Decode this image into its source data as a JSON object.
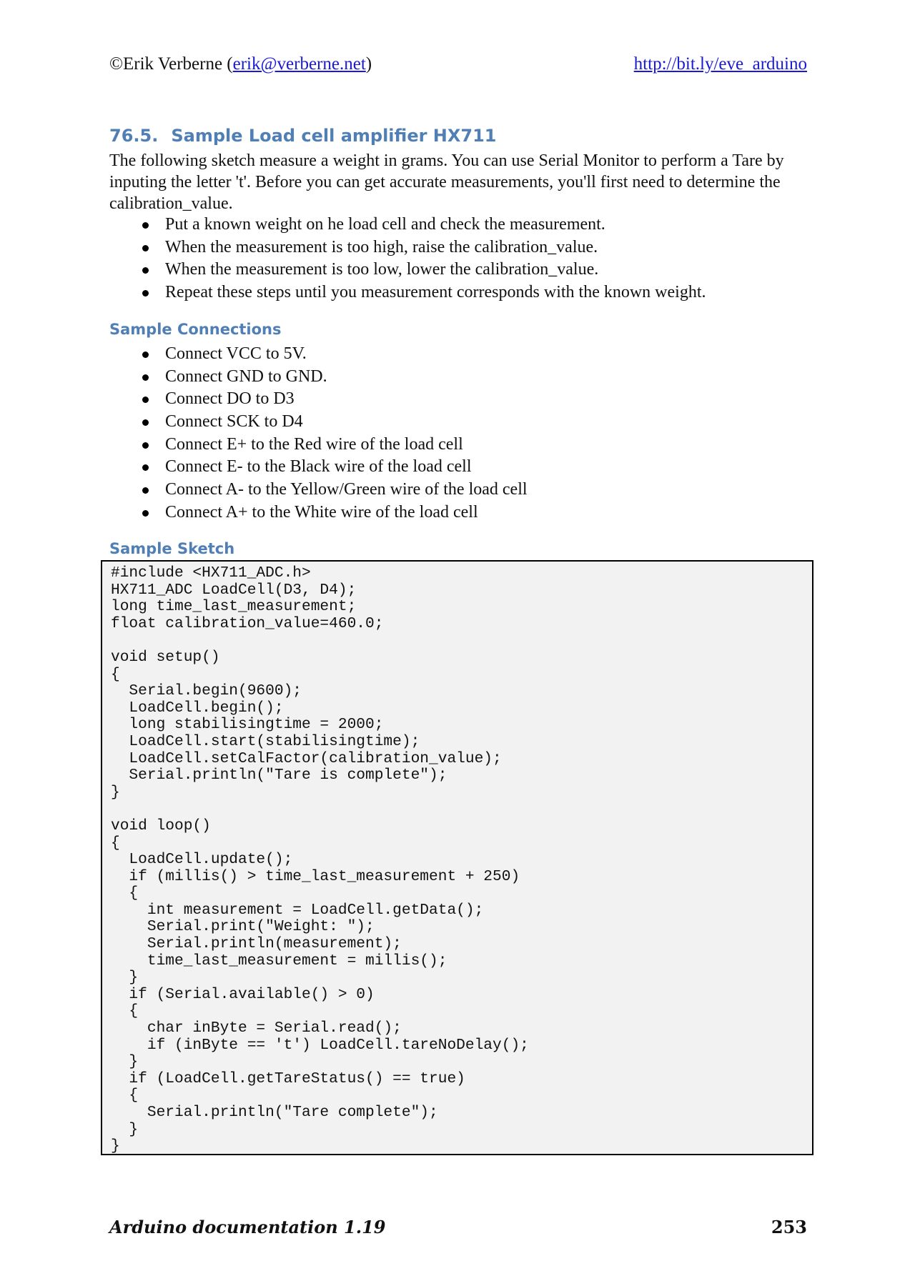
{
  "header": {
    "copyright": "©Erik Verberne (",
    "email": "erik@verberne.net",
    "copyright_close": ")",
    "url": "http://bit.ly/eve_arduino"
  },
  "section": {
    "number": "76.5.",
    "title": "Sample Load cell amplifier HX711"
  },
  "intro": "The following sketch measure a weight in grams. You can use Serial Monitor to perform a Tare by inputing the letter 't'. Before you can get accurate measurements, you'll first need to determine the calibration_value.",
  "calibration_steps": [
    "Put a known weight on he load cell and check the measurement.",
    "When the measurement is too high, raise the calibration_value.",
    "When the measurement is too low, lower the calibration_value.",
    "Repeat these steps until you measurement corresponds with the known weight."
  ],
  "connections_heading": "Sample Connections",
  "connections": [
    "Connect VCC to 5V.",
    "Connect GND to GND.",
    "Connect DO to D3",
    "Connect SCK to D4",
    "Connect E+ to the Red wire of the load cell",
    "Connect E- to the Black wire of the load cell",
    "Connect A- to the Yellow/Green wire of the load cell",
    "Connect A+ to the White wire of the load cell"
  ],
  "sketch_heading": "Sample Sketch",
  "code": "#include <HX711_ADC.h>\nHX711_ADC LoadCell(D3, D4);\nlong time_last_measurement;\nfloat calibration_value=460.0;\n\nvoid setup()\n{\n  Serial.begin(9600);\n  LoadCell.begin();\n  long stabilisingtime = 2000;\n  LoadCell.start(stabilisingtime);\n  LoadCell.setCalFactor(calibration_value);\n  Serial.println(\"Tare is complete\");\n}\n\nvoid loop()\n{\n  LoadCell.update();\n  if (millis() > time_last_measurement + 250)\n  {\n    int measurement = LoadCell.getData();\n    Serial.print(\"Weight: \");\n    Serial.println(measurement);\n    time_last_measurement = millis();\n  }\n  if (Serial.available() > 0)\n  {\n    char inByte = Serial.read();\n    if (inByte == 't') LoadCell.tareNoDelay();\n  }\n  if (LoadCell.getTareStatus() == true)\n  {\n    Serial.println(\"Tare complete\");\n  }\n}",
  "footer": {
    "doc_title": "Arduino documentation 1.19",
    "page_number": "253"
  }
}
